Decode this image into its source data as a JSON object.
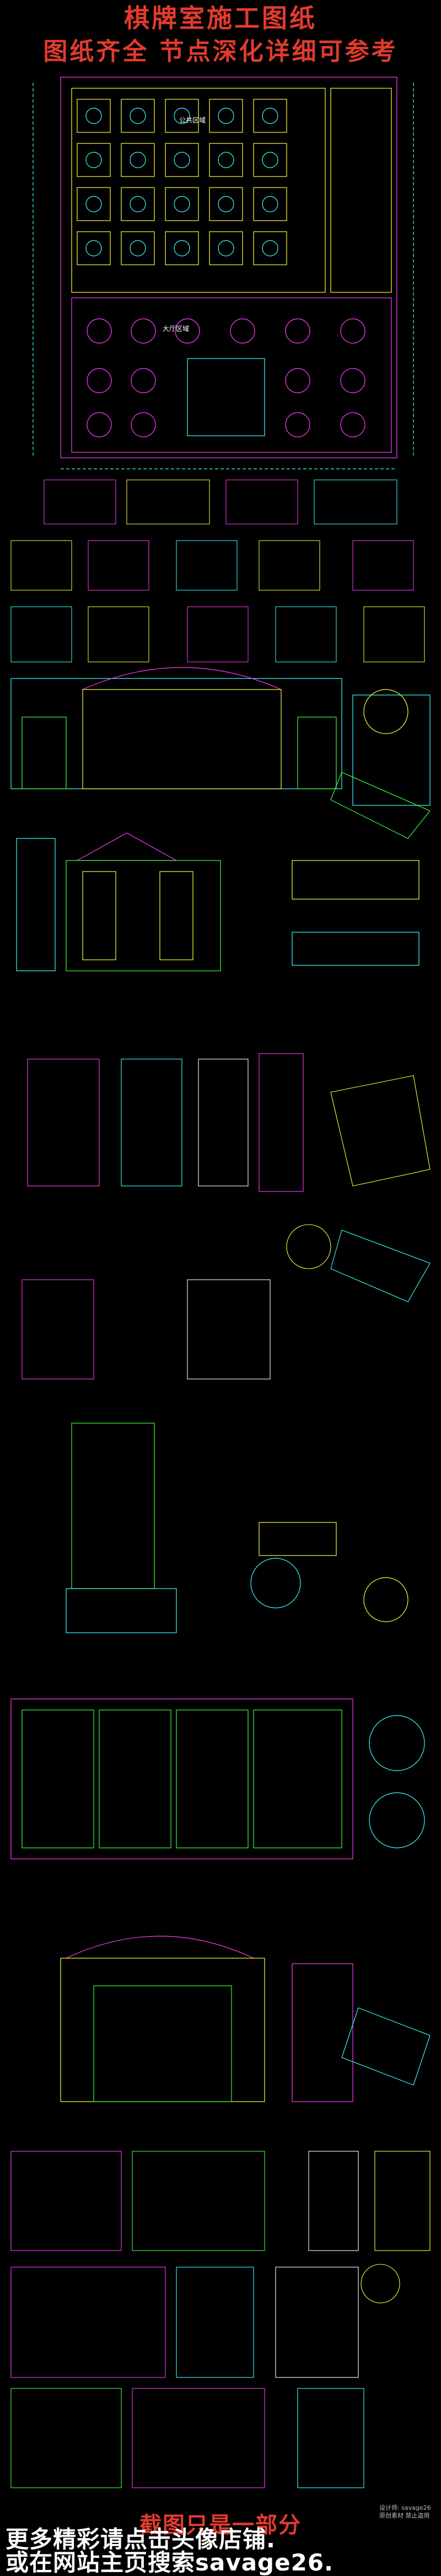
{
  "header": {
    "title": "棋牌室施工图纸",
    "subtitle": "图纸齐全  节点深化详细可参考"
  },
  "floor_plan": {
    "room_labels": [
      "公共区域",
      "大厅区域"
    ]
  },
  "notes": {
    "partial": "截图只是一部分"
  },
  "footer": {
    "line1": "更多精彩请点击头像店铺.",
    "line2": "或在网站主页搜索savage26."
  },
  "watermark": {
    "line1": "设计师: savage26",
    "line2": "原创素材 禁止盗用"
  },
  "colors": {
    "background": "#000000",
    "title_red": "#e23b2e",
    "cad_magenta": "#ff3cff",
    "cad_yellow": "#ffff3c",
    "cad_cyan": "#3cffff",
    "cad_green": "#3cff3c",
    "cad_white": "#ffffff"
  }
}
